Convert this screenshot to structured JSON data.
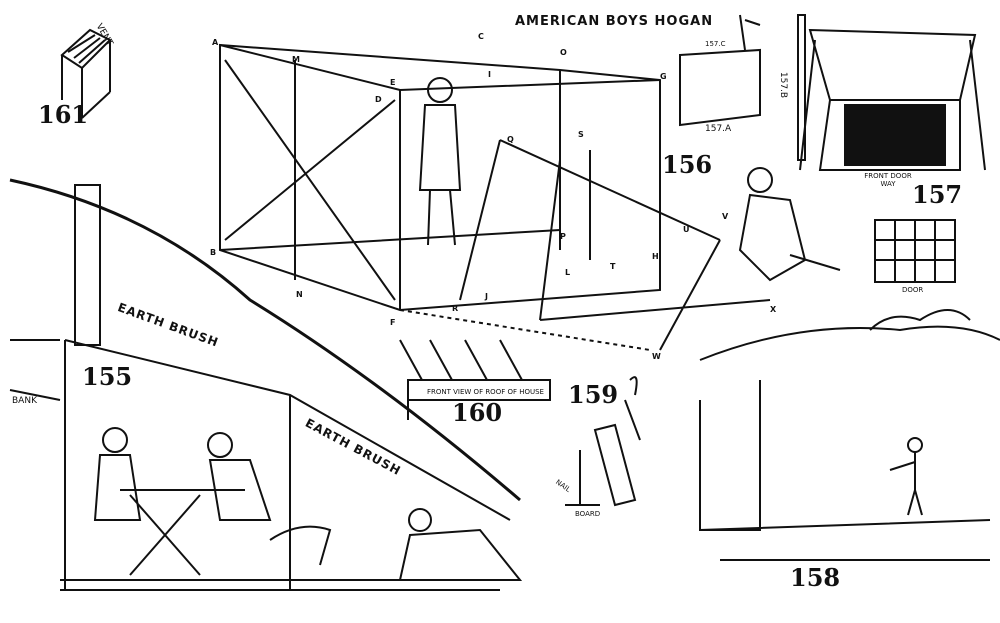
{
  "title": "AMERICAN BOYS HOGAN",
  "figures": {
    "fig155": "155",
    "fig156": "156",
    "fig157": "157",
    "fig158": "158",
    "fig159": "159",
    "fig160": "160",
    "fig161": "161"
  },
  "labels": {
    "vent": "VENT",
    "earth_brush_1": "EARTH BRUSH",
    "earth_brush_2": "EARTH BRUSH",
    "bank": "BANK",
    "front_door_way": "FRONT DOOR WAY",
    "door": "DOOR",
    "fig157a": "157.A",
    "fig157b": "157.B",
    "fig157c": "157.C",
    "front_view_roof": "FRONT VIEW OF ROOF OF HOUSE",
    "nail": "NAIL",
    "board": "BOARD"
  },
  "frame_letters": [
    "A",
    "B",
    "C",
    "D",
    "E",
    "F",
    "G",
    "H",
    "I",
    "J",
    "L",
    "M",
    "N",
    "O",
    "P",
    "Q",
    "R",
    "S",
    "T",
    "U",
    "V",
    "W",
    "X"
  ]
}
